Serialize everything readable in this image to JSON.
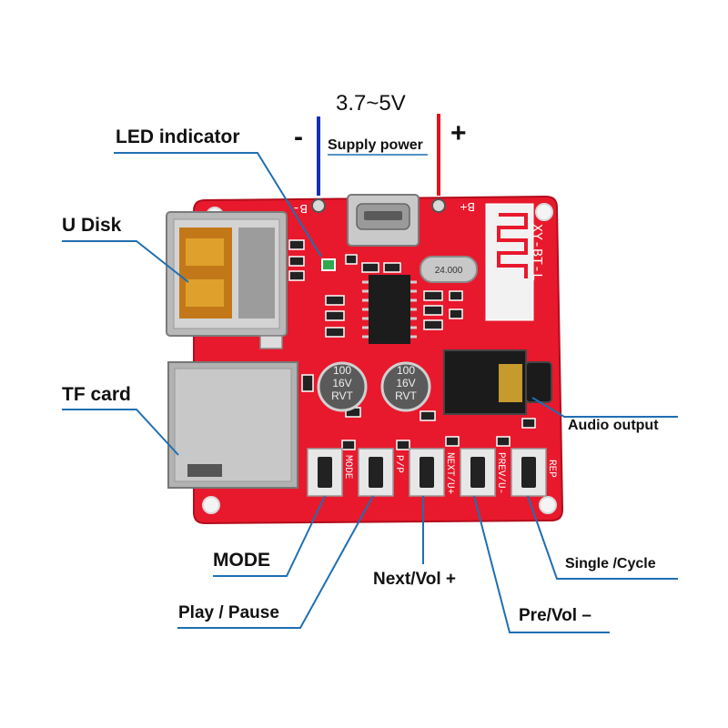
{
  "power": {
    "voltage": "3.7~5V",
    "label": "Supply power",
    "minus_sign": "-",
    "plus_sign": "+"
  },
  "callouts": {
    "led": "LED indicator",
    "udisk": "U Disk",
    "tf": "TF card",
    "audio": "Audio output",
    "mode": "MODE",
    "play": "Play / Pause",
    "next": "Next/Vol +",
    "pre": "Pre/Vol –",
    "single": "Single /Cycle"
  },
  "silkscreen": {
    "b_minus": "B-",
    "b_plus": "B+",
    "model": "XY-BT-L",
    "crystal": "24.000",
    "cap1": [
      "100",
      "16V",
      "RVT"
    ],
    "cap2": [
      "100",
      "16V",
      "RVT"
    ],
    "btn_mode": "MODE",
    "btn_pp": "P/P",
    "btn_next": "NEXT/U+",
    "btn_pre": "PREV/U-",
    "btn_rep": "REP"
  },
  "colors": {
    "pcb": "#e8192c",
    "negative_wire": "#1530b8",
    "positive_wire": "#e0141e",
    "leader": "#1f6fb2"
  }
}
